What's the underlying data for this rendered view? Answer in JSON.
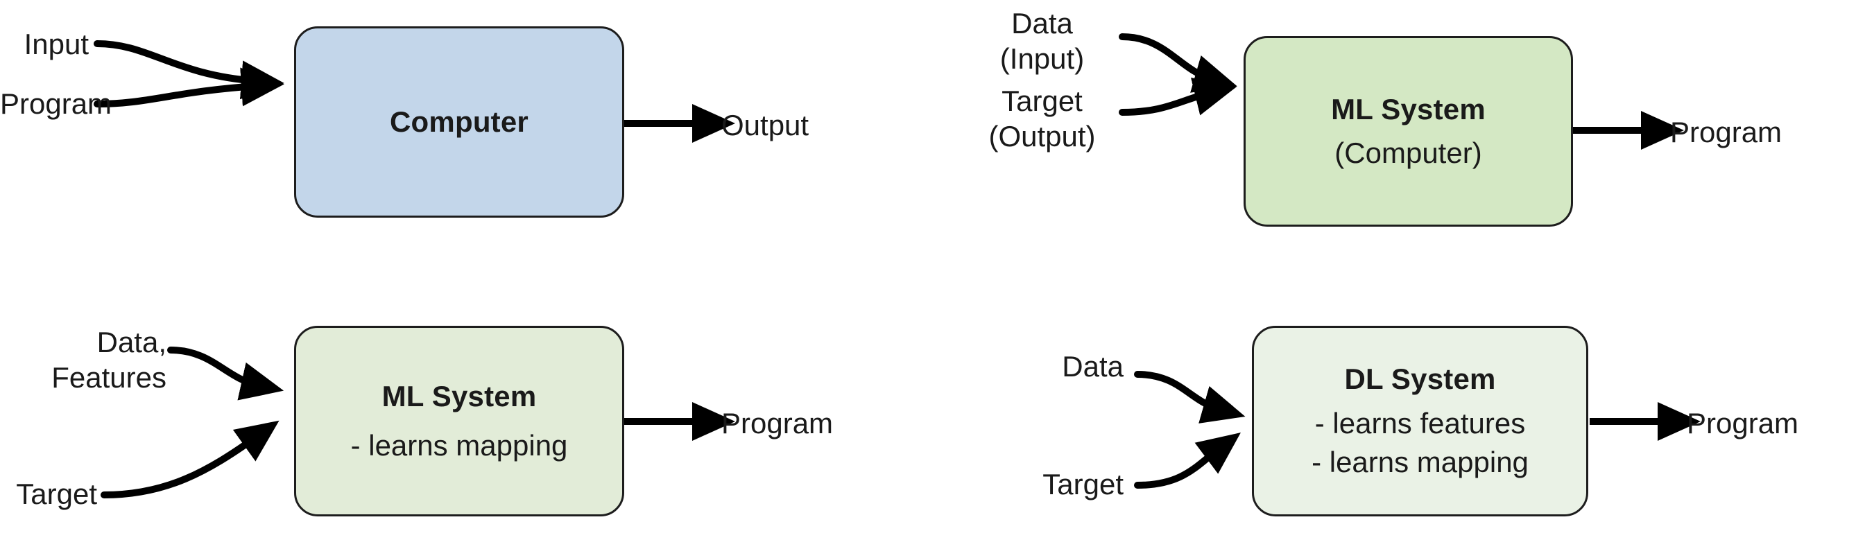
{
  "diagram": {
    "title": "Computer vs Machine Learning vs Deep Learning systems",
    "colors": {
      "computer_box_fill": "#c3d6ea",
      "ml_box_fill": "#d4e8c4",
      "ml_features_box_fill": "#e2ecd8",
      "dl_box_fill": "#eaf2e6",
      "border": "#1d1d1d",
      "arrow": "#000000",
      "text": "#1a1a1a",
      "background": "#ffffff"
    },
    "panels": [
      {
        "id": "classic-computer",
        "box": {
          "title": "Computer",
          "subtitles": []
        },
        "inputs": [
          {
            "label": "Input"
          },
          {
            "label": "Program"
          }
        ],
        "outputs": [
          {
            "label": "Output"
          }
        ]
      },
      {
        "id": "ml-as-computer",
        "box": {
          "title": "ML System",
          "subtitles": [
            "(Computer)"
          ]
        },
        "inputs": [
          {
            "label_line1": "Data",
            "label_line2": "(Input)"
          },
          {
            "label_line1": "Target",
            "label_line2": "(Output)"
          }
        ],
        "outputs": [
          {
            "label": "Program"
          }
        ]
      },
      {
        "id": "ml-learns-mapping",
        "box": {
          "title": "ML System",
          "subtitles": [
            "- learns mapping"
          ]
        },
        "inputs": [
          {
            "label_line1": "Data,",
            "label_line2": "Features"
          },
          {
            "label_line1": "Target",
            "label_line2": ""
          }
        ],
        "outputs": [
          {
            "label": "Program"
          }
        ]
      },
      {
        "id": "dl-learns-features-and-mapping",
        "box": {
          "title": "DL System",
          "subtitles": [
            "- learns features",
            "- learns mapping"
          ]
        },
        "inputs": [
          {
            "label_line1": "Data",
            "label_line2": ""
          },
          {
            "label_line1": "Target",
            "label_line2": ""
          }
        ],
        "outputs": [
          {
            "label": "Program"
          }
        ]
      }
    ]
  }
}
